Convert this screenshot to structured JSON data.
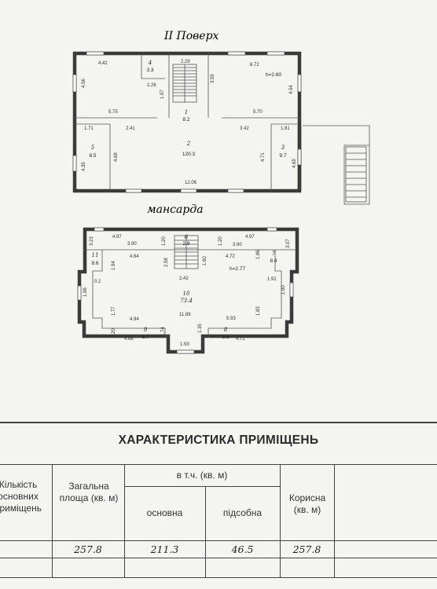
{
  "floor2": {
    "title": "II Поверх",
    "height": "h=2.60",
    "rooms": [
      {
        "num": "1",
        "area": "8.2"
      },
      {
        "num": "2",
        "area": "120.3"
      },
      {
        "num": "3",
        "area": "9.7"
      },
      {
        "num": "4",
        "area": "3.3"
      },
      {
        "num": "5",
        "area": "8.5"
      }
    ],
    "dims": [
      "4.42",
      "4.56",
      "2.26",
      "1.97",
      "2.29",
      "3.59",
      "6.72",
      "4.54",
      "5.75",
      "5.70",
      "1.71",
      "2.41",
      "3.42",
      "1.81",
      "4.68",
      "4.71",
      "4.35",
      "4.69",
      "12.06"
    ]
  },
  "attic": {
    "title": "мансарда",
    "height": "h=2.77",
    "rooms": [
      {
        "num": "6",
        "area": "2.8"
      },
      {
        "num": "7",
        "area": "8.4"
      },
      {
        "num": "8",
        "area": "5.8"
      },
      {
        "num": "9",
        "area": "5.7"
      },
      {
        "num": "10",
        "area": "73.4"
      },
      {
        "num": "11",
        "area": "8.6"
      }
    ],
    "dims": [
      "4.97",
      "3.23",
      "3.90",
      "1.20",
      "4.97",
      "3.07",
      "1.20",
      "3.90",
      "4.64",
      "2.58",
      "1.60",
      "4.72",
      "1.94",
      "1.86",
      "2.42",
      "0.2",
      "1.91",
      "1.96",
      "1.90",
      "1.77",
      "4.94",
      "11.89",
      "5.93",
      "1.83",
      "1.20",
      "4.68",
      "1.74",
      "1.35",
      "4.71",
      "1.93"
    ]
  },
  "table": {
    "title": "ХАРАКТЕРИСТИКА ПРИМІЩЕНЬ",
    "headers": {
      "count": "Кількість основних приміщень",
      "total": "Загальна площа (кв. м)",
      "incl": "в т.ч. (кв. м)",
      "main": "основна",
      "aux": "підсобна",
      "useful": "Корисна (кв. м)"
    },
    "values": {
      "total": "257.8",
      "main": "211.3",
      "aux": "46.5",
      "useful": "257.8"
    }
  }
}
